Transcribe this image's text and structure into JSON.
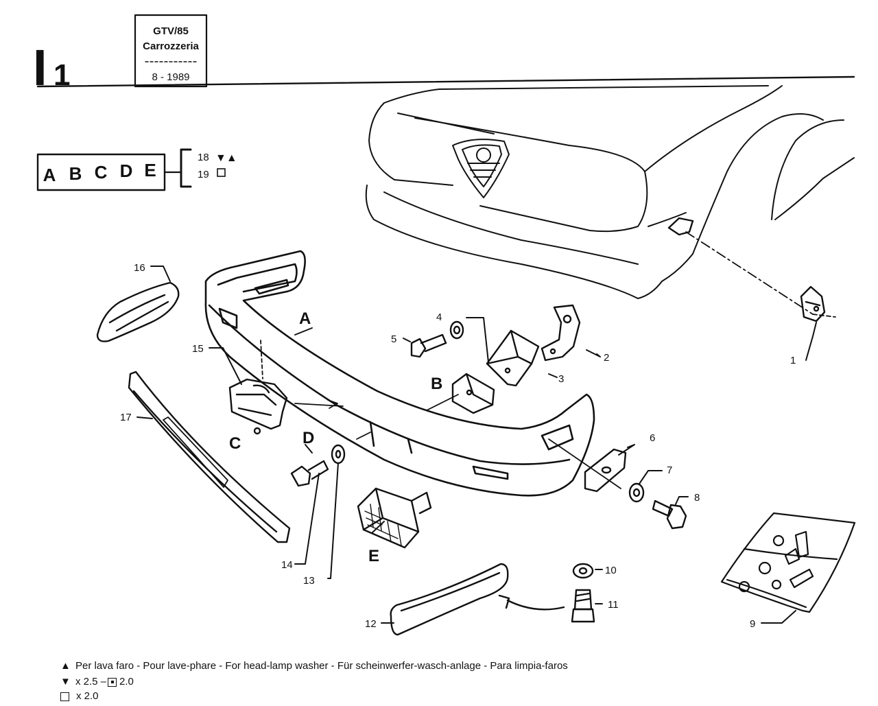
{
  "header": {
    "section_letter": "I",
    "section_number": "1",
    "model": "GTV/85",
    "group": "Carrozzeria",
    "date": "8 - 1989"
  },
  "variant_box": {
    "letters": [
      "A",
      "B",
      "C",
      "D",
      "E"
    ],
    "refs": [
      {
        "number": "18",
        "symbol": "▼▲"
      },
      {
        "number": "19",
        "symbol": "square-icon"
      }
    ]
  },
  "part_labels": [
    "1",
    "2",
    "3",
    "4",
    "5",
    "6",
    "7",
    "8",
    "9",
    "10",
    "11",
    "12",
    "13",
    "14",
    "15",
    "16",
    "17"
  ],
  "letter_labels": [
    "A",
    "B",
    "C",
    "D",
    "E"
  ],
  "legend": {
    "line1_symbol": "▲",
    "line1_text": "Per lava faro - Pour lave-phare - For head-lamp washer - Für scheinwerfer-wasch-anlage - Para limpia-faros",
    "line2_symbol": "▼",
    "line2_text_a": "x 2.5 –",
    "line2_text_b": "2.0",
    "line3_text": "x 2.0"
  }
}
